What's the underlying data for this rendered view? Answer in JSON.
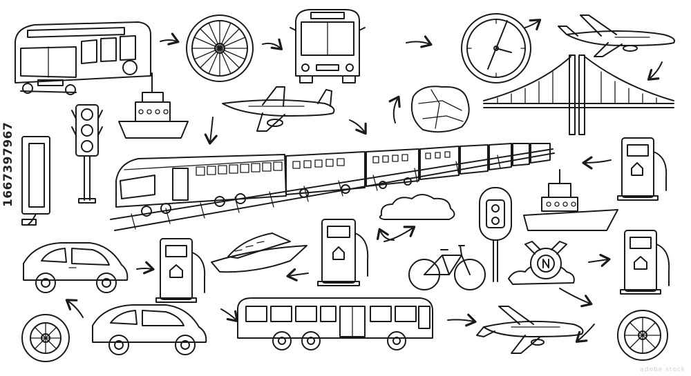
{
  "sheet": {
    "stock_id": "1667397967",
    "watermark": "adobe stock"
  },
  "colors": {
    "ink": "#1a1a1a",
    "paper": "#ffffff"
  },
  "objects": [
    "bus-front-left",
    "wheel",
    "bus-front-center",
    "clock",
    "airplane",
    "suspension-bridge",
    "ship",
    "traffic-light",
    "airplane",
    "paper-ball",
    "phone-booth",
    "train",
    "fuel-pump",
    "cloud",
    "parking-meter",
    "ship",
    "car",
    "fuel-pump",
    "yacht",
    "fuel-pump",
    "bicycle",
    "compass",
    "fuel-pump",
    "wheel",
    "car",
    "city-bus",
    "airplane",
    "wheel"
  ]
}
